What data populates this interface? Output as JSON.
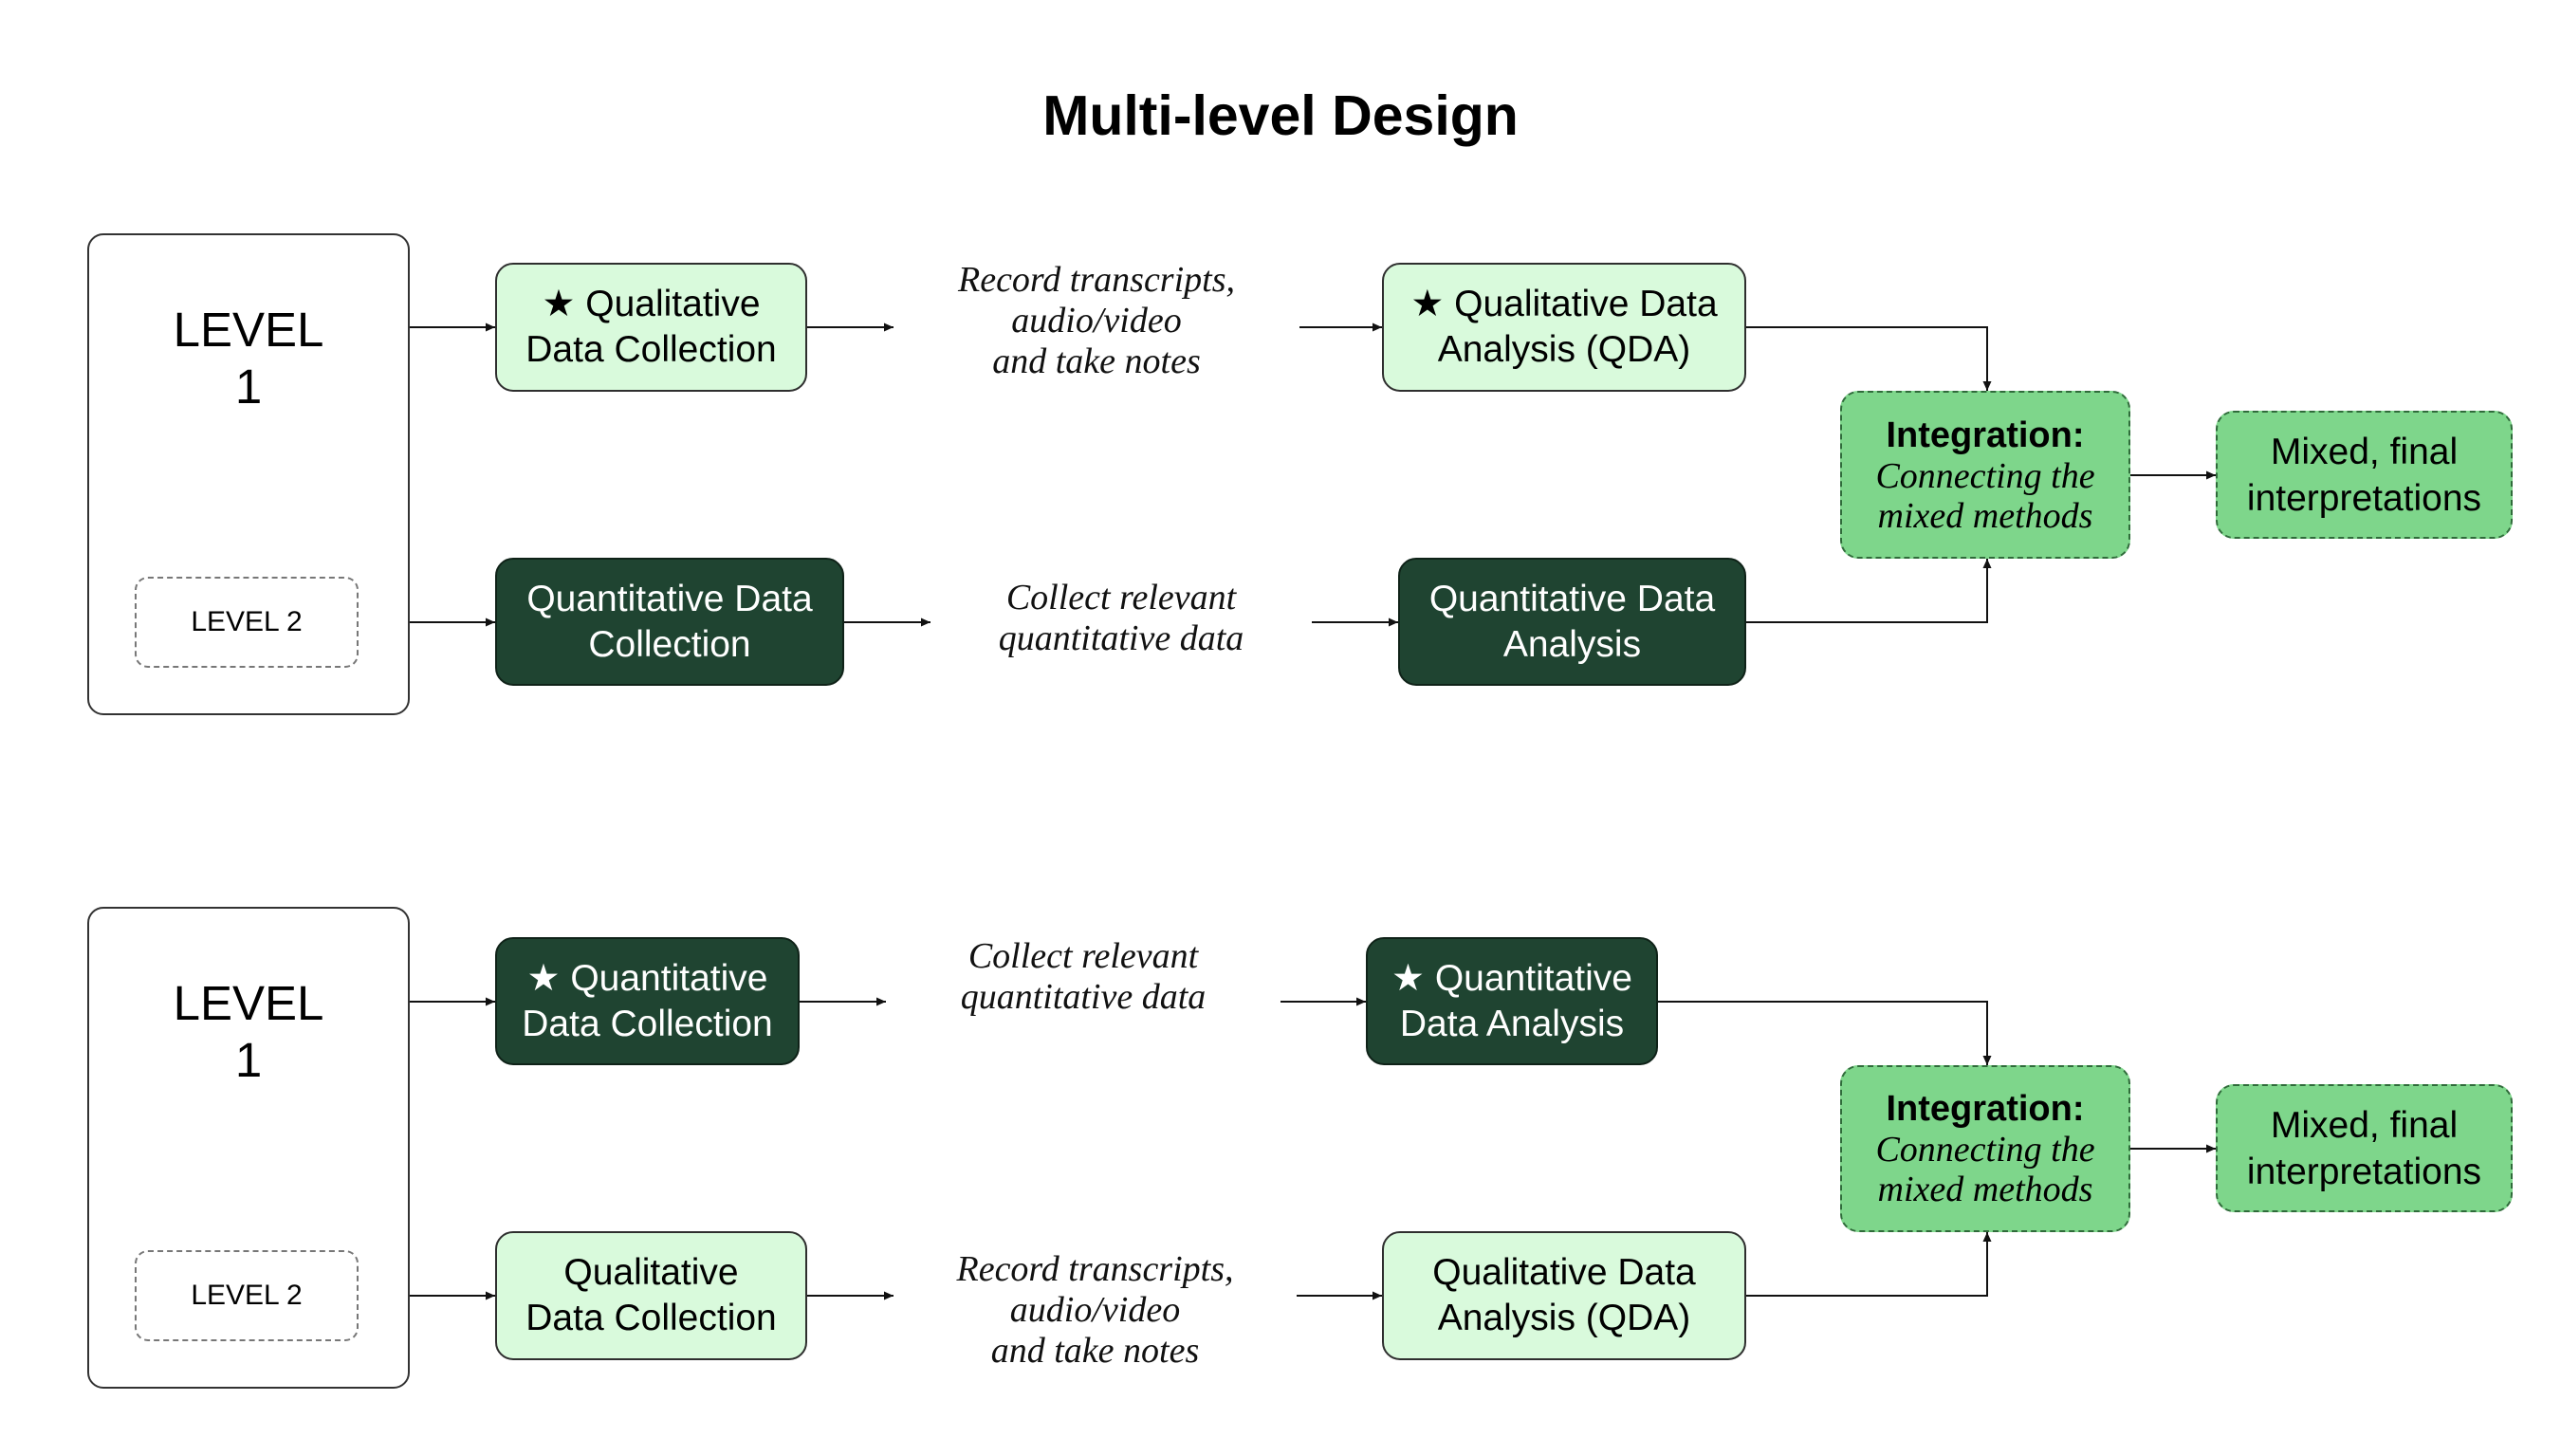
{
  "title": "Multi-level Design",
  "star": "★",
  "diagrams": [
    {
      "level_panel": {
        "level_label_line1": "LEVEL",
        "level_label_line2": "1",
        "level2_label": "LEVEL 2"
      },
      "row1": {
        "collection": {
          "line1": "Qualitative",
          "line2": "Data Collection",
          "starred": true
        },
        "note": {
          "line1": "Record transcripts,",
          "line2": "audio/video",
          "line3": "and take notes"
        },
        "analysis": {
          "line1": "Qualitative Data",
          "line2": "Analysis (QDA)",
          "starred": true
        }
      },
      "row2": {
        "collection": {
          "line1": "Quantitative Data",
          "line2": "Collection",
          "starred": false
        },
        "note": {
          "line1": "Collect relevant",
          "line2": "quantitative data"
        },
        "analysis": {
          "line1": "Quantitative Data",
          "line2": "Analysis",
          "starred": false
        }
      },
      "integration": {
        "heading": "Integration:",
        "line1": "Connecting the",
        "line2": "mixed methods"
      },
      "final": {
        "line1": "Mixed, final",
        "line2": "interpretations"
      }
    },
    {
      "level_panel": {
        "level_label_line1": "LEVEL",
        "level_label_line2": "1",
        "level2_label": "LEVEL 2"
      },
      "row1": {
        "collection": {
          "line1": "Quantitative",
          "line2": "Data Collection",
          "starred": true
        },
        "note": {
          "line1": "Collect relevant",
          "line2": "quantitative data"
        },
        "analysis": {
          "line1": "Quantitative",
          "line2": "Data Analysis",
          "starred": true
        }
      },
      "row2": {
        "collection": {
          "line1": "Qualitative",
          "line2": "Data Collection",
          "starred": false
        },
        "note": {
          "line1": "Record transcripts,",
          "line2": "audio/video",
          "line3": "and take notes"
        },
        "analysis": {
          "line1": "Qualitative Data",
          "line2": "Analysis (QDA)",
          "starred": false
        }
      },
      "integration": {
        "heading": "Integration:",
        "line1": "Connecting the",
        "line2": "mixed methods"
      },
      "final": {
        "line1": "Mixed, final",
        "line2": "interpretations"
      }
    }
  ],
  "colors": {
    "qualitative_fill": "#d9fadc",
    "quantitative_fill": "#1f4431",
    "integration_fill": "#7ed68b",
    "edge": "#111111"
  }
}
